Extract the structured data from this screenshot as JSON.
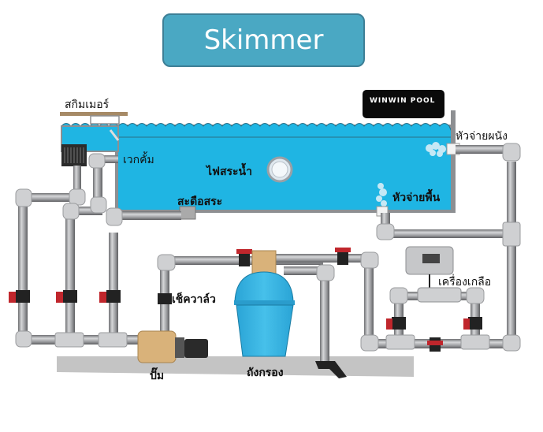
{
  "title": "Skimmer",
  "brand_logo": "WINWIN POOL",
  "labels": {
    "skimmer": "สกิมเมอร์",
    "weir": "เวกคั้ม",
    "pool_light": "ไฟสระน้ำ",
    "pool_cleaner": "สะดือสระ",
    "wall_inlet": "หัวจ่ายผนัง",
    "floor_inlet": "หัวจ่ายพื้น",
    "salt_chlorinator": "เครื่องเกลือ",
    "check_valve": "เช็ควาล์ว",
    "pump": "ปั๊ม",
    "filter_tank": "ถังกรอง"
  },
  "colors": {
    "title_bg": "#4aa8c3",
    "water": "#1fb5e3",
    "pipe": "#b9b9bb",
    "valve_handle": "#c0262c",
    "filter_tank": "#38b4e0",
    "pump_body": "#d9b27a",
    "ground": "#bdbdbd"
  }
}
